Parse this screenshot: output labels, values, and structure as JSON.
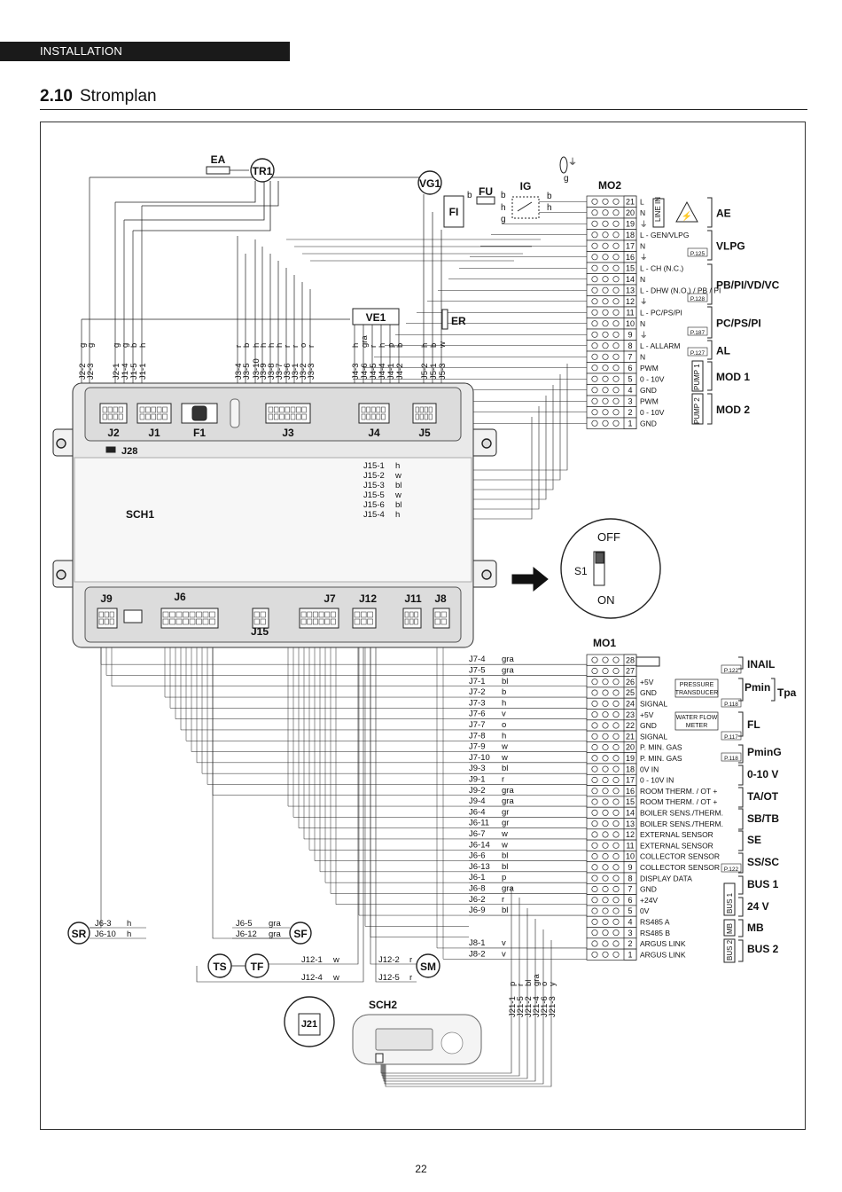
{
  "header": {
    "section": "INSTALLATION"
  },
  "title": {
    "number": "2.10",
    "text": "Stromplan"
  },
  "page_number": "22",
  "components": {
    "ea": "EA",
    "tr1": "TR1",
    "vg1": "VG1",
    "fu": "FU",
    "ig": "IG",
    "fi": "FI",
    "mo2": "MO2",
    "mo1": "MO1",
    "ve1": "VE1",
    "er": "ER",
    "sch1": "SCH1",
    "sch2": "SCH2",
    "j28": "J28",
    "s1": "S1",
    "off": "OFF",
    "on": "ON",
    "sr": "SR",
    "sf": "SF",
    "ts": "TS",
    "tf": "TF",
    "sm": "SM",
    "j21": "J21"
  },
  "top_connectors": [
    "J2",
    "J1",
    "F1",
    "J3",
    "J4",
    "J5"
  ],
  "bottom_connectors": [
    "J9",
    "J6",
    "J15",
    "J7",
    "J12",
    "J11",
    "J8"
  ],
  "top_wire_labels": [
    [
      "J2-2",
      "g"
    ],
    [
      "J2-3",
      "g"
    ],
    [
      "J2-1",
      "g"
    ],
    [
      "J1-4",
      "g"
    ],
    [
      "J1-5",
      "b"
    ],
    [
      "J1-1",
      "h"
    ],
    [
      "J3-4",
      "r"
    ],
    [
      "J3-5",
      "b"
    ],
    [
      "J3-10",
      "h"
    ],
    [
      "J3-9",
      "h"
    ],
    [
      "J3-8",
      "h"
    ],
    [
      "J3-7",
      "h"
    ],
    [
      "J3-6",
      "r"
    ],
    [
      "J3-1",
      "r"
    ],
    [
      "J3-2",
      "o"
    ],
    [
      "J3-3",
      "r"
    ],
    [
      "J4-3",
      "h"
    ],
    [
      "J4-6",
      "gra"
    ],
    [
      "J4-5",
      "r"
    ],
    [
      "J4-4",
      "h"
    ],
    [
      "J4-1",
      "p"
    ],
    [
      "J4-2",
      "b"
    ],
    [
      "J5-2",
      "h"
    ],
    [
      "J5-1",
      "b"
    ],
    [
      "J5-3",
      "w"
    ]
  ],
  "j15_labels": [
    [
      "J15-1",
      "h"
    ],
    [
      "J15-2",
      "w"
    ],
    [
      "J15-3",
      "bl"
    ],
    [
      "J15-5",
      "w"
    ],
    [
      "J15-6",
      "bl"
    ],
    [
      "J15-4",
      "h"
    ]
  ],
  "mo2_terminals": [
    {
      "num": "21",
      "label": "L"
    },
    {
      "num": "20",
      "label": "N"
    },
    {
      "num": "19",
      "label": "⏚"
    },
    {
      "num": "18",
      "label": "L - GEN/VLPG"
    },
    {
      "num": "17",
      "label": "N"
    },
    {
      "num": "16",
      "label": "⏚"
    },
    {
      "num": "15",
      "label": "L - CH (N.C.)"
    },
    {
      "num": "14",
      "label": "N"
    },
    {
      "num": "13",
      "label": "L - DHW (N.O.) / PB / PI"
    },
    {
      "num": "12",
      "label": "⏚"
    },
    {
      "num": "11",
      "label": "L - PC/PS/PI"
    },
    {
      "num": "10",
      "label": "N"
    },
    {
      "num": "9",
      "label": "⏚"
    },
    {
      "num": "8",
      "label": "L - ALLARM"
    },
    {
      "num": "7",
      "label": "N"
    },
    {
      "num": "6",
      "label": "PWM"
    },
    {
      "num": "5",
      "label": "0 - 10V"
    },
    {
      "num": "4",
      "label": "GND"
    },
    {
      "num": "3",
      "label": "PWM"
    },
    {
      "num": "2",
      "label": "0 - 10V"
    },
    {
      "num": "1",
      "label": "GND"
    }
  ],
  "mo2_refs": [
    "P.125",
    "P.128",
    "P.187",
    "P.127"
  ],
  "mo2_vertical": [
    "LINE IN",
    "PUMP 1",
    "PUMP 2"
  ],
  "mo2_groups": [
    "AE",
    "VLPG",
    "PB/PI/VD/VC",
    "PC/PS/PI",
    "AL",
    "MOD 1",
    "MOD 2"
  ],
  "mo1_terminals": [
    {
      "num": "28",
      "label": ""
    },
    {
      "num": "27",
      "label": ""
    },
    {
      "num": "26",
      "label": "+5V"
    },
    {
      "num": "25",
      "label": "GND"
    },
    {
      "num": "24",
      "label": "SIGNAL"
    },
    {
      "num": "23",
      "label": "+5V"
    },
    {
      "num": "22",
      "label": "GND"
    },
    {
      "num": "21",
      "label": "SIGNAL"
    },
    {
      "num": "20",
      "label": "P. MIN. GAS"
    },
    {
      "num": "19",
      "label": "P. MIN. GAS"
    },
    {
      "num": "18",
      "label": "0V IN"
    },
    {
      "num": "17",
      "label": "0 - 10V IN"
    },
    {
      "num": "16",
      "label": "ROOM THERM. / OT +"
    },
    {
      "num": "15",
      "label": "ROOM THERM. / OT +"
    },
    {
      "num": "14",
      "label": "BOILER SENS./THERM."
    },
    {
      "num": "13",
      "label": "BOILER SENS./THERM."
    },
    {
      "num": "12",
      "label": "EXTERNAL SENSOR"
    },
    {
      "num": "11",
      "label": "EXTERNAL SENSOR"
    },
    {
      "num": "10",
      "label": "COLLECTOR SENSOR"
    },
    {
      "num": "9",
      "label": "COLLECTOR SENSOR"
    },
    {
      "num": "8",
      "label": "DISPLAY DATA"
    },
    {
      "num": "7",
      "label": "GND"
    },
    {
      "num": "6",
      "label": "+24V"
    },
    {
      "num": "5",
      "label": "0V"
    },
    {
      "num": "4",
      "label": "RS485 A"
    },
    {
      "num": "3",
      "label": "RS485 B"
    },
    {
      "num": "2",
      "label": "ARGUS LINK"
    },
    {
      "num": "1",
      "label": "ARGUS LINK"
    }
  ],
  "mo1_wires": [
    [
      "J7-4",
      "gra"
    ],
    [
      "J7-5",
      "gra"
    ],
    [
      "J7-1",
      "bl"
    ],
    [
      "J7-2",
      "b"
    ],
    [
      "J7-3",
      "h"
    ],
    [
      "J7-6",
      "v"
    ],
    [
      "J7-7",
      "o"
    ],
    [
      "J7-8",
      "h"
    ],
    [
      "J7-9",
      "w"
    ],
    [
      "J7-10",
      "w"
    ],
    [
      "J9-3",
      "bl"
    ],
    [
      "J9-1",
      "r"
    ],
    [
      "J9-2",
      "gra"
    ],
    [
      "J9-4",
      "gra"
    ],
    [
      "J6-4",
      "gr"
    ],
    [
      "J6-11",
      "gr"
    ],
    [
      "J6-7",
      "w"
    ],
    [
      "J6-14",
      "w"
    ],
    [
      "J6-6",
      "bl"
    ],
    [
      "J6-13",
      "bl"
    ],
    [
      "J6-1",
      "p"
    ],
    [
      "J6-8",
      "gra"
    ],
    [
      "J6-2",
      "r"
    ],
    [
      "J6-9",
      "bl"
    ],
    [
      "",
      ""
    ],
    [
      "",
      ""
    ],
    [
      "J8-1",
      "v"
    ],
    [
      "J8-2",
      "v"
    ]
  ],
  "mo1_boxes": [
    "PRESSURE TRANSDUCER",
    "WATER FLOW METER"
  ],
  "mo1_refs": [
    "P.122",
    "P.118",
    "P.117",
    "P.118",
    "P.122"
  ],
  "mo1_vertical": [
    "BUS 1",
    "MB",
    "BUS 2"
  ],
  "mo1_groups": [
    "INAIL",
    "Pmin",
    "Tpa",
    "FL",
    "PminG",
    "0-10 V",
    "TA/OT",
    "SB/TB",
    "SE",
    "SS/SC",
    "BUS 1",
    "24 V",
    "MB",
    "BUS 2"
  ],
  "sensor_wires": {
    "sr": [
      [
        "J6-3",
        "h"
      ],
      [
        "J6-10",
        "h"
      ]
    ],
    "sf": [
      [
        "J6-5",
        "gra"
      ],
      [
        "J6-12",
        "gra"
      ]
    ],
    "ts_tf": [
      [
        "J12-1",
        "w"
      ],
      [
        "J12-4",
        "w"
      ]
    ],
    "sm": [
      [
        "J12-2",
        "r"
      ],
      [
        "J12-5",
        "r"
      ]
    ]
  },
  "j21_wires": [
    [
      "J21-1",
      "p"
    ],
    [
      "J21-5",
      "r"
    ],
    [
      "J21-2",
      "bl"
    ],
    [
      "J21-4",
      "gra"
    ],
    [
      "J21-6",
      "o"
    ],
    [
      "J21-3",
      "y"
    ]
  ],
  "feed_labels": [
    "b",
    "b",
    "h",
    "g",
    "b",
    "h",
    "g"
  ]
}
